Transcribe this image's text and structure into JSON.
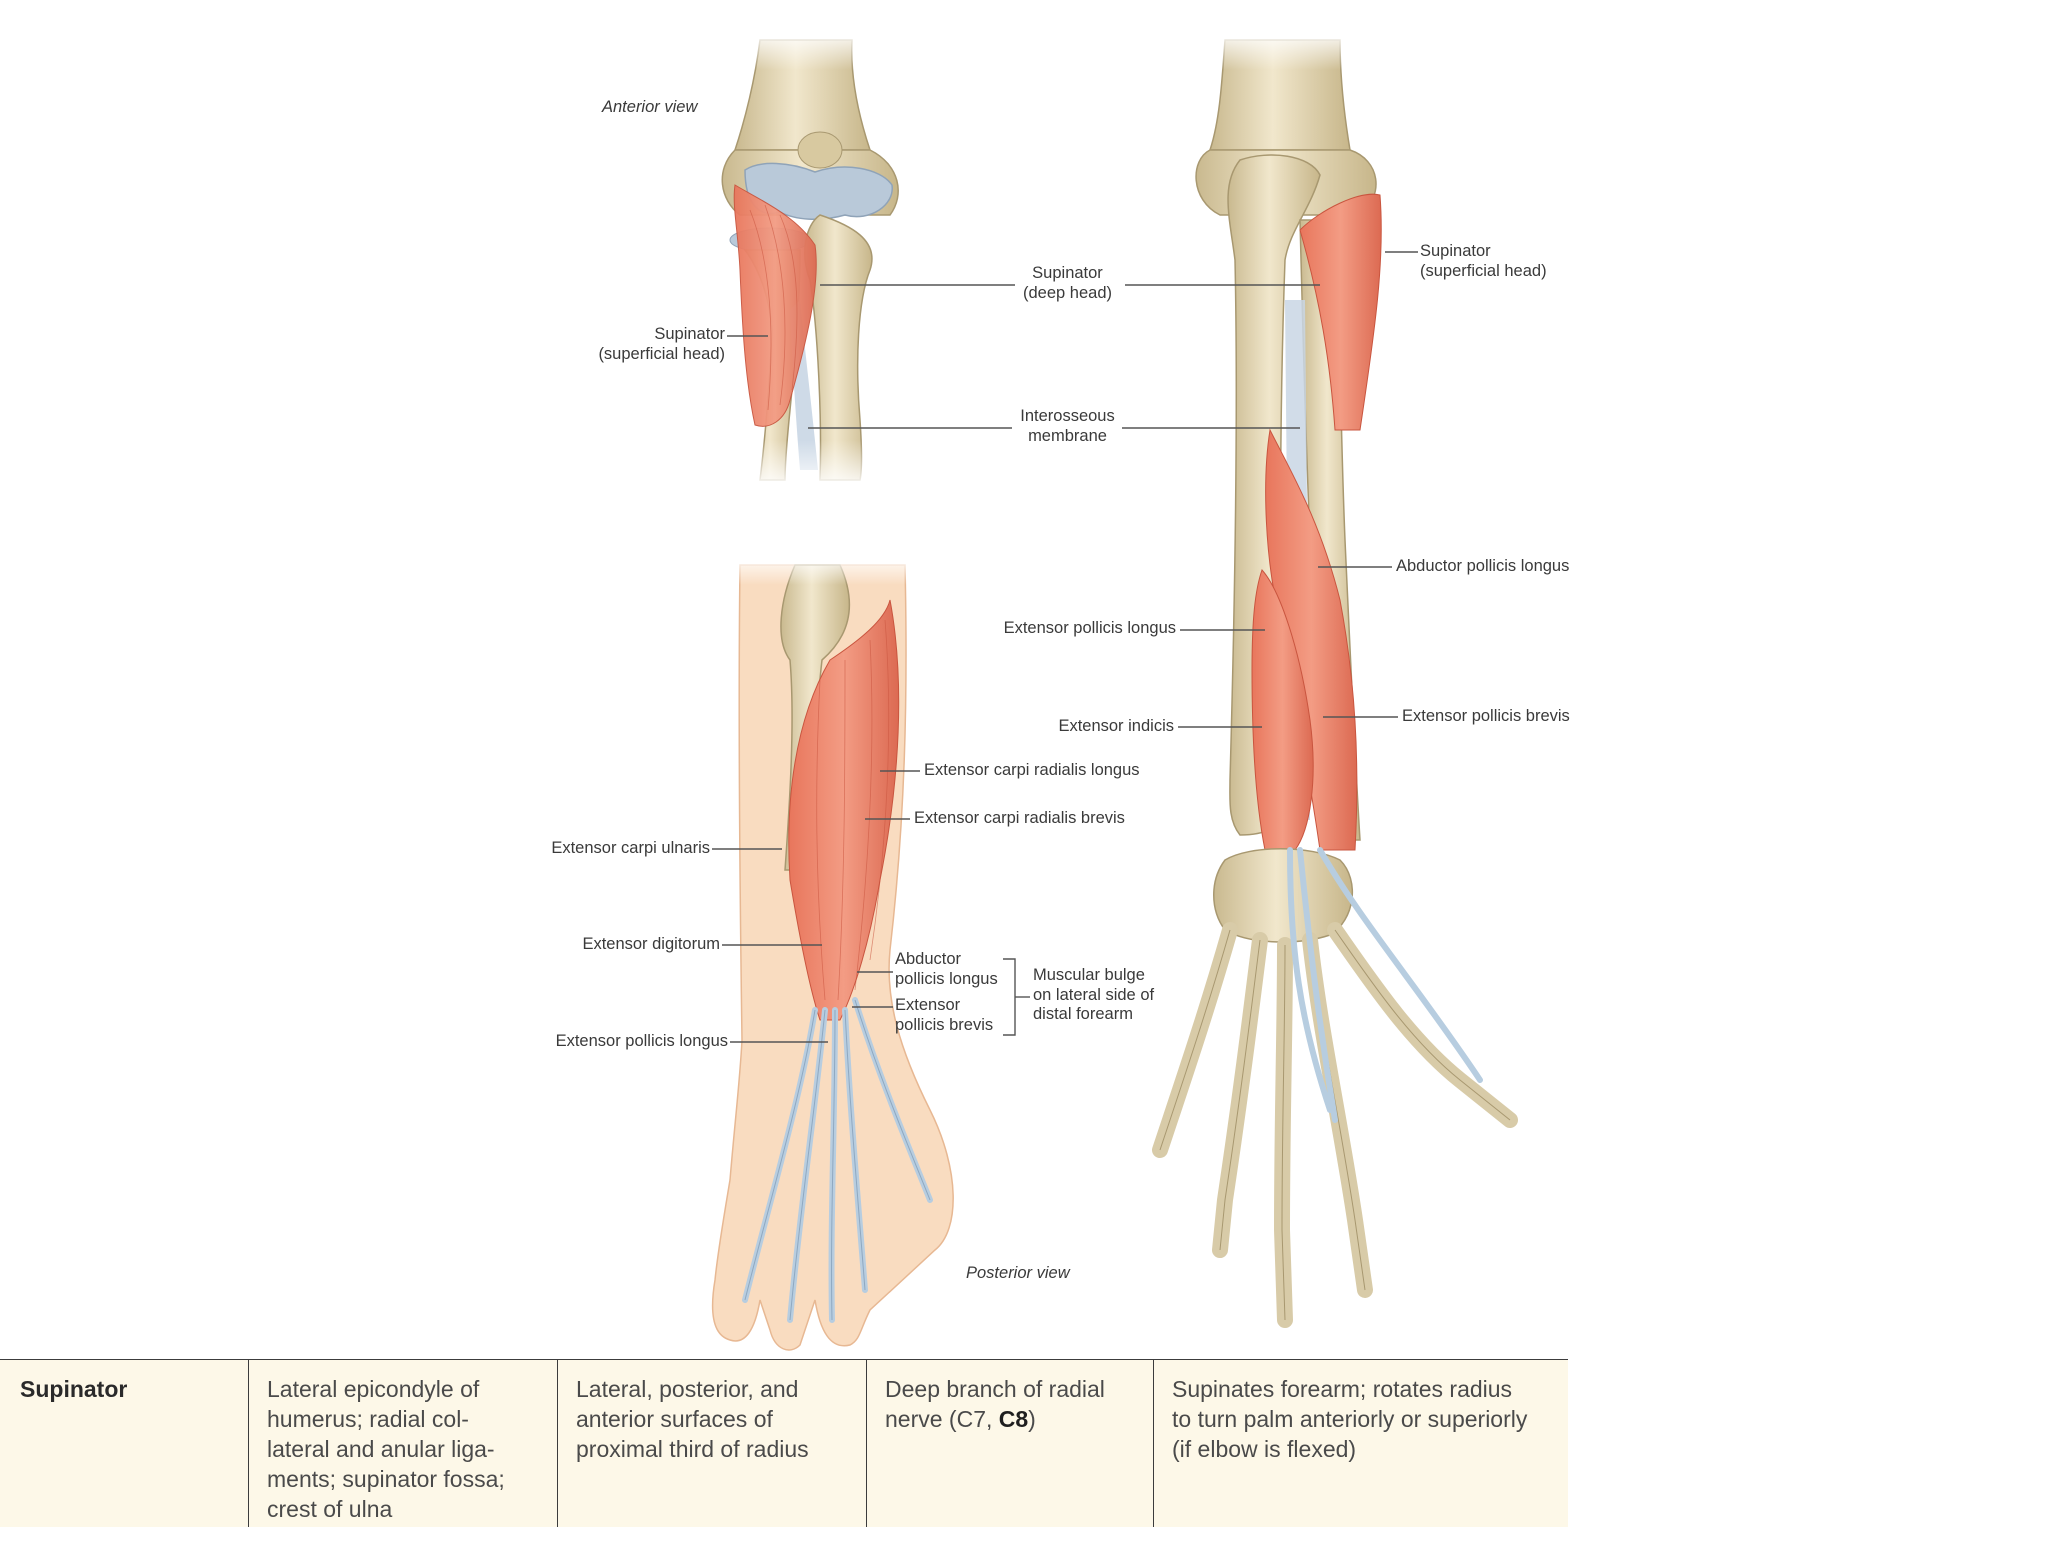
{
  "figure": {
    "labels": {
      "anterior_view": "Anterior view",
      "posterior_view": "Posterior view",
      "supinator_deep_head_1": "Supinator",
      "supinator_deep_head_2": "(deep head)",
      "supinator_superficial_left_1": "Supinator",
      "supinator_superficial_left_2": "(superficial head)",
      "supinator_superficial_right_1": "Supinator",
      "supinator_superficial_right_2": "(superficial head)",
      "interosseous_1": "Interosseous",
      "interosseous_2": "membrane",
      "abductor_pollicis_longus": "Abductor pollicis longus",
      "extensor_pollicis_longus_right": "Extensor pollicis longus",
      "extensor_indicis": "Extensor indicis",
      "extensor_pollicis_brevis_right": "Extensor pollicis brevis",
      "extensor_carpi_radialis_longus": "Extensor carpi radialis longus",
      "extensor_carpi_radialis_brevis": "Extensor carpi radialis brevis",
      "extensor_carpi_ulnaris": "Extensor carpi ulnaris",
      "extensor_digitorum": "Extensor digitorum",
      "extensor_pollicis_longus_left": "Extensor pollicis longus",
      "abductor_small_1": "Abductor",
      "abductor_small_2": "pollicis longus",
      "extensor_small_1": "Extensor",
      "extensor_small_2": "pollicis brevis",
      "bulge_1": "Muscular bulge",
      "bulge_2": "on lateral side of",
      "bulge_3": "distal forearm"
    },
    "colors": {
      "bone": "#e8dcbc",
      "bone_shadow": "#c9b98f",
      "cartilage": "#b8c8d8",
      "muscle": "#ec8a72",
      "muscle_dark": "#d9644c",
      "tendon": "#b7cde0",
      "skin": "#f9dcc0",
      "leader": "#555555"
    }
  },
  "table": {
    "muscle": "Supinator",
    "origin": "Lateral epicondyle of humerus; radial col-lateral and anular liga-ments; supinator fossa; crest of ulna",
    "origin_lines": [
      "Lateral epicondyle of",
      "humerus; radial col-",
      "lateral and anular liga-",
      "ments; supinator fossa;",
      "crest of ulna"
    ],
    "insertion_lines": [
      "Lateral, posterior, and",
      "anterior surfaces of",
      "proximal third of radius"
    ],
    "innervation_prefix": "Deep branch of radial",
    "innervation_line2_start": "nerve (C7, ",
    "innervation_bold": "C8",
    "innervation_line2_end": ")",
    "function_lines": [
      "Supinates forearm; rotates radius",
      "to turn palm anteriorly or superiorly",
      "(if elbow is flexed)"
    ]
  }
}
